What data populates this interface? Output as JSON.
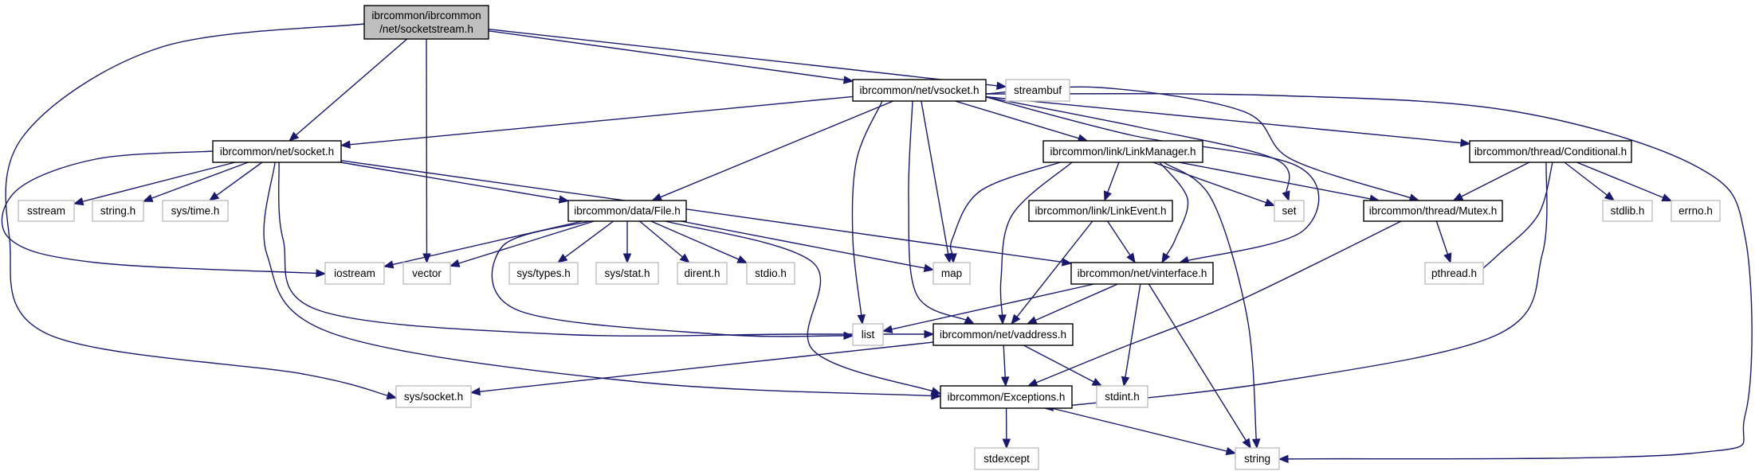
{
  "diagram": {
    "title": "ibrcommon/ibrcommon/net/socketstream.h include dependency graph",
    "colors": {
      "edge": "#191970",
      "root_fill": "#bfbfbf",
      "local_border": "#000000",
      "system_border": "#bfbfbf"
    },
    "nodes": [
      {
        "id": "socketstream",
        "label": [
          "ibrcommon/ibrcommon",
          "/net/socketstream.h"
        ],
        "kind": "root"
      },
      {
        "id": "vsocket",
        "label": [
          "ibrcommon/net/vsocket.h"
        ],
        "kind": "local"
      },
      {
        "id": "streambuf",
        "label": [
          "streambuf"
        ],
        "kind": "system"
      },
      {
        "id": "socket",
        "label": [
          "ibrcommon/net/socket.h"
        ],
        "kind": "local"
      },
      {
        "id": "linkmanager",
        "label": [
          "ibrcommon/link/LinkManager.h"
        ],
        "kind": "local"
      },
      {
        "id": "conditional",
        "label": [
          "ibrcommon/thread/Conditional.h"
        ],
        "kind": "local"
      },
      {
        "id": "sstream",
        "label": [
          "sstream"
        ],
        "kind": "system"
      },
      {
        "id": "stringh",
        "label": [
          "string.h"
        ],
        "kind": "system"
      },
      {
        "id": "systime",
        "label": [
          "sys/time.h"
        ],
        "kind": "system"
      },
      {
        "id": "file",
        "label": [
          "ibrcommon/data/File.h"
        ],
        "kind": "local"
      },
      {
        "id": "linkevent",
        "label": [
          "ibrcommon/link/LinkEvent.h"
        ],
        "kind": "local"
      },
      {
        "id": "set",
        "label": [
          "set"
        ],
        "kind": "system"
      },
      {
        "id": "mutex",
        "label": [
          "ibrcommon/thread/Mutex.h"
        ],
        "kind": "local"
      },
      {
        "id": "stdlib",
        "label": [
          "stdlib.h"
        ],
        "kind": "system"
      },
      {
        "id": "errno",
        "label": [
          "errno.h"
        ],
        "kind": "system"
      },
      {
        "id": "iostream",
        "label": [
          "iostream"
        ],
        "kind": "system"
      },
      {
        "id": "vector",
        "label": [
          "vector"
        ],
        "kind": "system"
      },
      {
        "id": "systypes",
        "label": [
          "sys/types.h"
        ],
        "kind": "system"
      },
      {
        "id": "sysstat",
        "label": [
          "sys/stat.h"
        ],
        "kind": "system"
      },
      {
        "id": "dirent",
        "label": [
          "dirent.h"
        ],
        "kind": "system"
      },
      {
        "id": "stdio",
        "label": [
          "stdio.h"
        ],
        "kind": "system"
      },
      {
        "id": "map",
        "label": [
          "map"
        ],
        "kind": "system"
      },
      {
        "id": "vinterface",
        "label": [
          "ibrcommon/net/vinterface.h"
        ],
        "kind": "local"
      },
      {
        "id": "pthread",
        "label": [
          "pthread.h"
        ],
        "kind": "system"
      },
      {
        "id": "list",
        "label": [
          "list"
        ],
        "kind": "system"
      },
      {
        "id": "vaddress",
        "label": [
          "ibrcommon/net/vaddress.h"
        ],
        "kind": "local"
      },
      {
        "id": "syssocket",
        "label": [
          "sys/socket.h"
        ],
        "kind": "system"
      },
      {
        "id": "exceptions",
        "label": [
          "ibrcommon/Exceptions.h"
        ],
        "kind": "local"
      },
      {
        "id": "stdint",
        "label": [
          "stdint.h"
        ],
        "kind": "system"
      },
      {
        "id": "stdexcept",
        "label": [
          "stdexcept"
        ],
        "kind": "system"
      },
      {
        "id": "string",
        "label": [
          "string"
        ],
        "kind": "system"
      }
    ],
    "edges": [
      [
        "socketstream",
        "socket"
      ],
      [
        "socketstream",
        "vector"
      ],
      [
        "socketstream",
        "vsocket"
      ],
      [
        "socketstream",
        "streambuf"
      ],
      [
        "socketstream",
        "syssocket"
      ],
      [
        "socket",
        "sstream"
      ],
      [
        "socket",
        "stringh"
      ],
      [
        "socket",
        "systime"
      ],
      [
        "socket",
        "file"
      ],
      [
        "socket",
        "vinterface"
      ],
      [
        "socket",
        "vaddress"
      ],
      [
        "socket",
        "exceptions"
      ],
      [
        "socket",
        "iostream"
      ],
      [
        "vsocket",
        "socket"
      ],
      [
        "vsocket",
        "file"
      ],
      [
        "vsocket",
        "list"
      ],
      [
        "vsocket",
        "map"
      ],
      [
        "vsocket",
        "vaddress"
      ],
      [
        "vsocket",
        "linkmanager"
      ],
      [
        "vsocket",
        "set"
      ],
      [
        "vsocket",
        "vinterface"
      ],
      [
        "vsocket",
        "mutex"
      ],
      [
        "vsocket",
        "conditional"
      ],
      [
        "vsocket",
        "string"
      ],
      [
        "file",
        "iostream"
      ],
      [
        "file",
        "vector"
      ],
      [
        "file",
        "systypes"
      ],
      [
        "file",
        "sysstat"
      ],
      [
        "file",
        "dirent"
      ],
      [
        "file",
        "stdio"
      ],
      [
        "file",
        "map"
      ],
      [
        "file",
        "list"
      ],
      [
        "file",
        "exceptions"
      ],
      [
        "linkmanager",
        "map"
      ],
      [
        "linkmanager",
        "vaddress"
      ],
      [
        "linkmanager",
        "linkevent"
      ],
      [
        "linkmanager",
        "vinterface"
      ],
      [
        "linkmanager",
        "set"
      ],
      [
        "linkmanager",
        "mutex"
      ],
      [
        "linkmanager",
        "string"
      ],
      [
        "linkevent",
        "vinterface"
      ],
      [
        "linkevent",
        "vaddress"
      ],
      [
        "conditional",
        "mutex"
      ],
      [
        "conditional",
        "pthread"
      ],
      [
        "conditional",
        "stdlib"
      ],
      [
        "conditional",
        "errno"
      ],
      [
        "conditional",
        "exceptions"
      ],
      [
        "mutex",
        "pthread"
      ],
      [
        "mutex",
        "exceptions"
      ],
      [
        "vinterface",
        "list"
      ],
      [
        "vinterface",
        "vaddress"
      ],
      [
        "vinterface",
        "stdint"
      ],
      [
        "vinterface",
        "string"
      ],
      [
        "vaddress",
        "syssocket"
      ],
      [
        "vaddress",
        "exceptions"
      ],
      [
        "vaddress",
        "stdint"
      ],
      [
        "exceptions",
        "stdexcept"
      ],
      [
        "exceptions",
        "string"
      ]
    ]
  }
}
